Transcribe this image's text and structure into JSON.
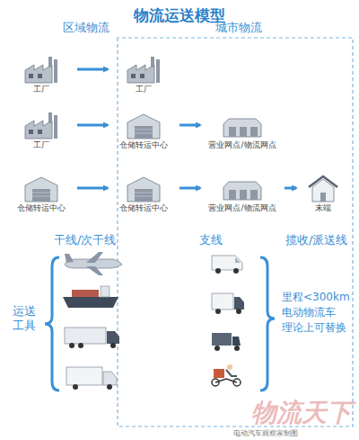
{
  "diagram": {
    "title": "物流运送模型",
    "nodes": [
      {
        "text": [
          "工厂"
        ]
      },
      {
        "text": [
          "工厂"
        ]
      },
      {
        "text": [
          "工厂"
        ]
      },
      {
        "text": [
          "仓储转运中心"
        ]
      },
      {
        "text": [
          "营业网点/物流网点"
        ]
      },
      {
        "text": [
          "仓储转运中心"
        ]
      },
      {
        "text": [
          "仓储转运中心"
        ]
      },
      {
        "text": [
          "营业网点/物流网点"
        ]
      },
      {
        "text": [
          "末端"
        ]
      }
    ],
    "edges": [
      {
        "from": 0,
        "to": 1,
        "arrow": "to"
      },
      {
        "from": 2,
        "to": 3,
        "arrow": "to"
      },
      {
        "from": 3,
        "to": 4,
        "arrow": "to"
      },
      {
        "from": 5,
        "to": 6,
        "arrow": "to"
      },
      {
        "from": 6,
        "to": 7,
        "arrow": "to"
      },
      {
        "from": 7,
        "to": 8,
        "arrow": "to"
      }
    ],
    "labels": [
      "区域物流",
      "城市物流",
      "干线/次干线",
      "支线",
      "揽收/派送线",
      "运送工具",
      "里程<300km",
      "电动物流车",
      "理论上可替换",
      "物流天下",
      "电动汽车观察家制图"
    ]
  }
}
